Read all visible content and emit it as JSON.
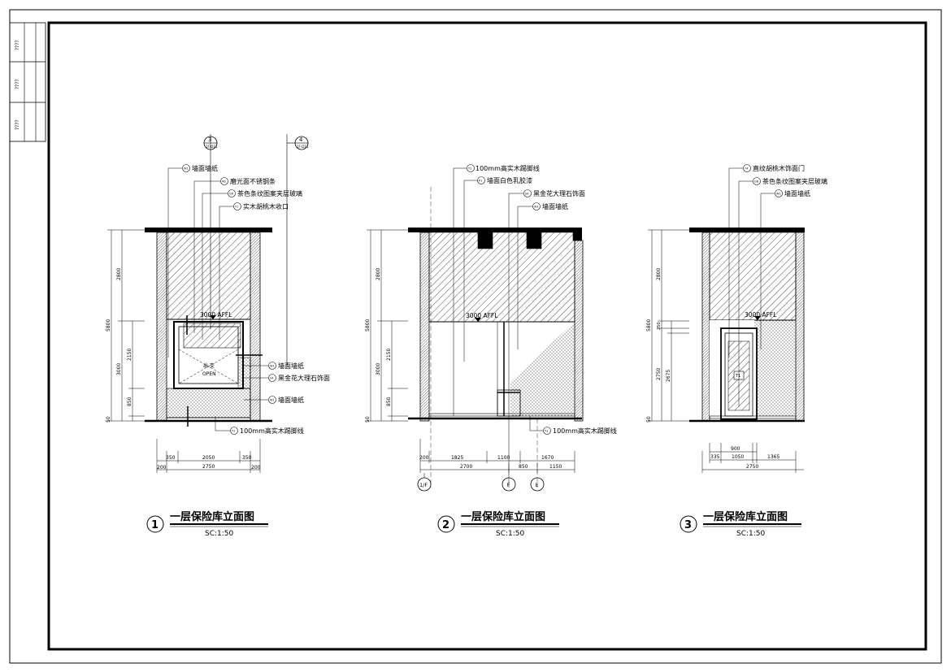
{
  "title_block": {
    "rows": [
      "????",
      "????",
      "????"
    ]
  },
  "section_markers": {
    "m3": {
      "num": "3",
      "ref": "1F-D11"
    },
    "m4": {
      "num": "4",
      "ref": "1F-D11"
    }
  },
  "tags": {
    "W1": "W1",
    "M2": "M2",
    "G6": "G6",
    "Y1": "Y1",
    "P1": "P1",
    "S4": "S4",
    "T4": "T4"
  },
  "elevation1": {
    "notes": {
      "wallpaper_top": "墙面墙纸",
      "steel_strip": "磨光面不锈钢条",
      "tea_glass": "茶色条纹图案夹层玻璃",
      "walnut_edge": "实木胡桃木收口",
      "wallpaper_r": "墙面墙纸",
      "marble": "黑金花大理石饰面",
      "wallpaper_r2": "墙面墙纸",
      "skirting": "100mm高实木踢脚线"
    },
    "level": "3000  AFFL",
    "window_text_1": "出 交",
    "window_text_2": "OPEN",
    "dims_left": [
      "5800",
      "2800",
      "3000",
      "2150",
      "850",
      "50"
    ],
    "dims_bottom": [
      "350",
      "2050",
      "350",
      "200",
      "2750",
      "200"
    ]
  },
  "elevation2": {
    "notes": {
      "skirting_top": "100mm高实木踢脚线",
      "paint": "墙面白色乳胶漆",
      "marble": "黑金花大理石饰面",
      "wallpaper": "墙面墙纸",
      "skirting_bottom": "100mm高实木踢脚线"
    },
    "level": "3000  AFFL",
    "dims_left": [
      "5800",
      "2800",
      "3000",
      "2150",
      "850",
      "50"
    ],
    "dims_bottom": [
      "200",
      "1825",
      "1100",
      "1670",
      "2700",
      "850",
      "1150"
    ],
    "axes": [
      "1/F",
      "F",
      "E"
    ]
  },
  "elevation3": {
    "notes": {
      "door": "直纹胡桃木饰面门",
      "tea_glass": "茶色条纹图案夹层玻璃",
      "wallpaper": "墙面墙纸"
    },
    "level": "3000  AFFL",
    "door_tag": "T1",
    "dims_left": [
      "5800",
      "2800",
      "250",
      "2750",
      "2675",
      "50"
    ],
    "dims_bottom": [
      "335",
      "900",
      "1050",
      "1365",
      "2750"
    ]
  },
  "drawing_titles": [
    {
      "num": "1",
      "title": "一层保险库立面图",
      "scale": "SC:1:50"
    },
    {
      "num": "2",
      "title": "一层保险库立面图",
      "scale": "SC:1:50"
    },
    {
      "num": "3",
      "title": "一层保险库立面图",
      "scale": "SC:1:50"
    }
  ]
}
